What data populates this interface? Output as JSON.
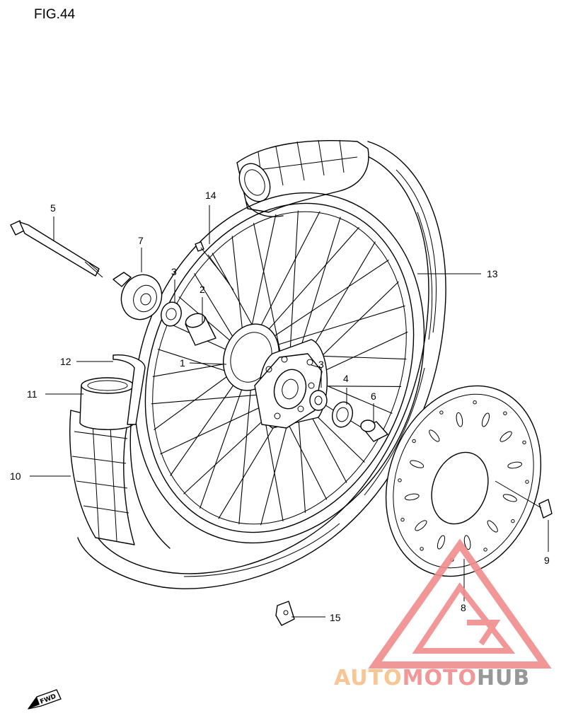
{
  "figure": {
    "title": "FIG.44"
  },
  "parts": [
    {
      "num": "1"
    },
    {
      "num": "2"
    },
    {
      "num": "3"
    },
    {
      "num": "3"
    },
    {
      "num": "4"
    },
    {
      "num": "5"
    },
    {
      "num": "6"
    },
    {
      "num": "7"
    },
    {
      "num": "8"
    },
    {
      "num": "9"
    },
    {
      "num": "10"
    },
    {
      "num": "11"
    },
    {
      "num": "12"
    },
    {
      "num": "13"
    },
    {
      "num": "14"
    },
    {
      "num": "15"
    }
  ],
  "watermark": {
    "part1": "AUTO",
    "part2": "MOTO",
    "part3": "HUB",
    "color_orange": "#f7c08a",
    "color_red": "#f08c8c",
    "color_gray": "#8c8c8c"
  },
  "direction_badge": {
    "text": "FWD"
  }
}
